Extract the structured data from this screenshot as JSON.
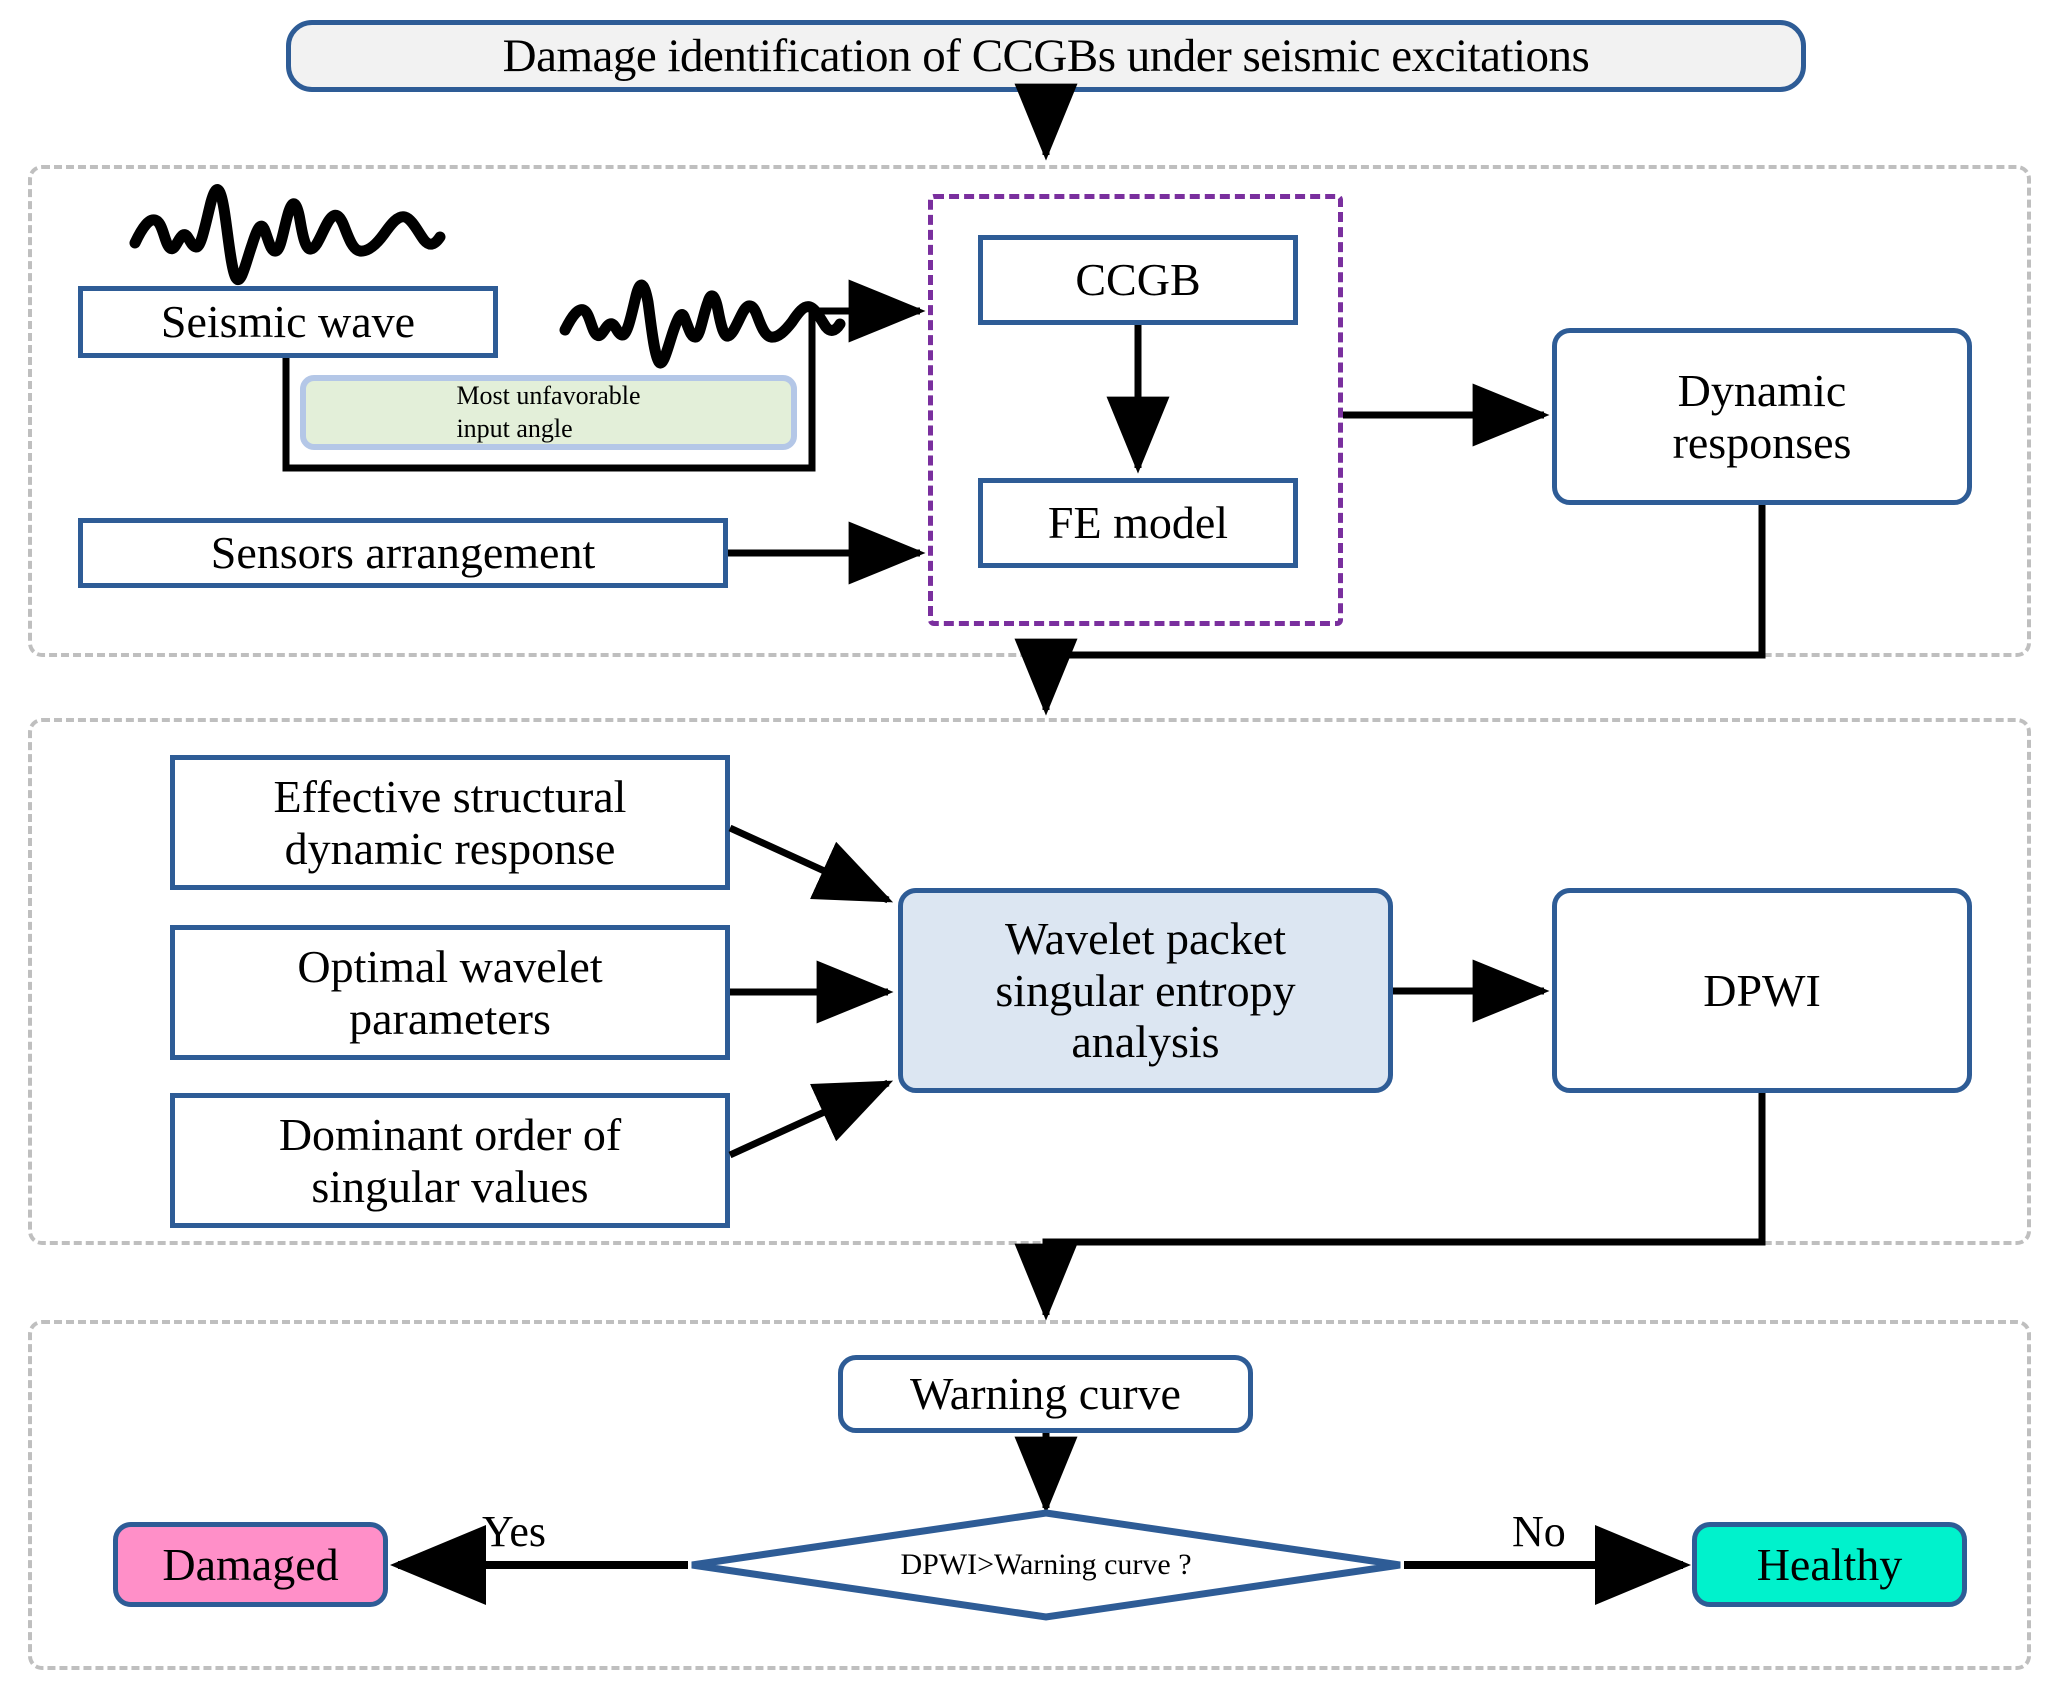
{
  "diagram": {
    "title": "Damage identification of CCGBs under seismic excitations",
    "stages": [
      {
        "id": "stage-1",
        "name": "modeling-stage"
      },
      {
        "id": "stage-2",
        "name": "analysis-stage"
      },
      {
        "id": "stage-3",
        "name": "decision-stage"
      }
    ],
    "stage1": {
      "seismic_wave": "Seismic wave",
      "input_angle_note": "Most unfavorable\ninput angle",
      "input_angle_line1": "Most unfavorable",
      "input_angle_line2": "input angle",
      "sensors": "Sensors arrangement",
      "ccgb": "CCGB",
      "fe_model": "FE model",
      "dynamic_responses_line1": "Dynamic",
      "dynamic_responses_line2": "responses",
      "waveform_icons": [
        "seismic-waveform-icon-left",
        "seismic-waveform-icon-right"
      ]
    },
    "stage2": {
      "effective_response_line1": "Effective structural",
      "effective_response_line2": "dynamic response",
      "optimal_wavelet_line1": "Optimal wavelet",
      "optimal_wavelet_line2": "parameters",
      "dominant_order_line1": "Dominant order of",
      "dominant_order_line2": "singular values",
      "wpse_line1": "Wavelet packet",
      "wpse_line2": "singular entropy",
      "wpse_line3": "analysis",
      "dpwi": "DPWI"
    },
    "stage3": {
      "warning_curve": "Warning curve",
      "decision": "DPWI>Warning curve ?",
      "yes_label": "Yes",
      "no_label": "No",
      "damaged": "Damaged",
      "healthy": "Healthy"
    },
    "colors": {
      "box_border": "#2e5c96",
      "title_fill": "#f2f2f2",
      "stage_dashed": "#bfbfbf",
      "purple_dashed": "#7a2f9e",
      "note_fill": "#e3efd9",
      "note_border": "#b4c7e7",
      "wpse_fill": "#dce6f2",
      "damaged_fill": "#ff8fc8",
      "healthy_fill": "#00f2cc",
      "arrow": "#000000"
    }
  }
}
